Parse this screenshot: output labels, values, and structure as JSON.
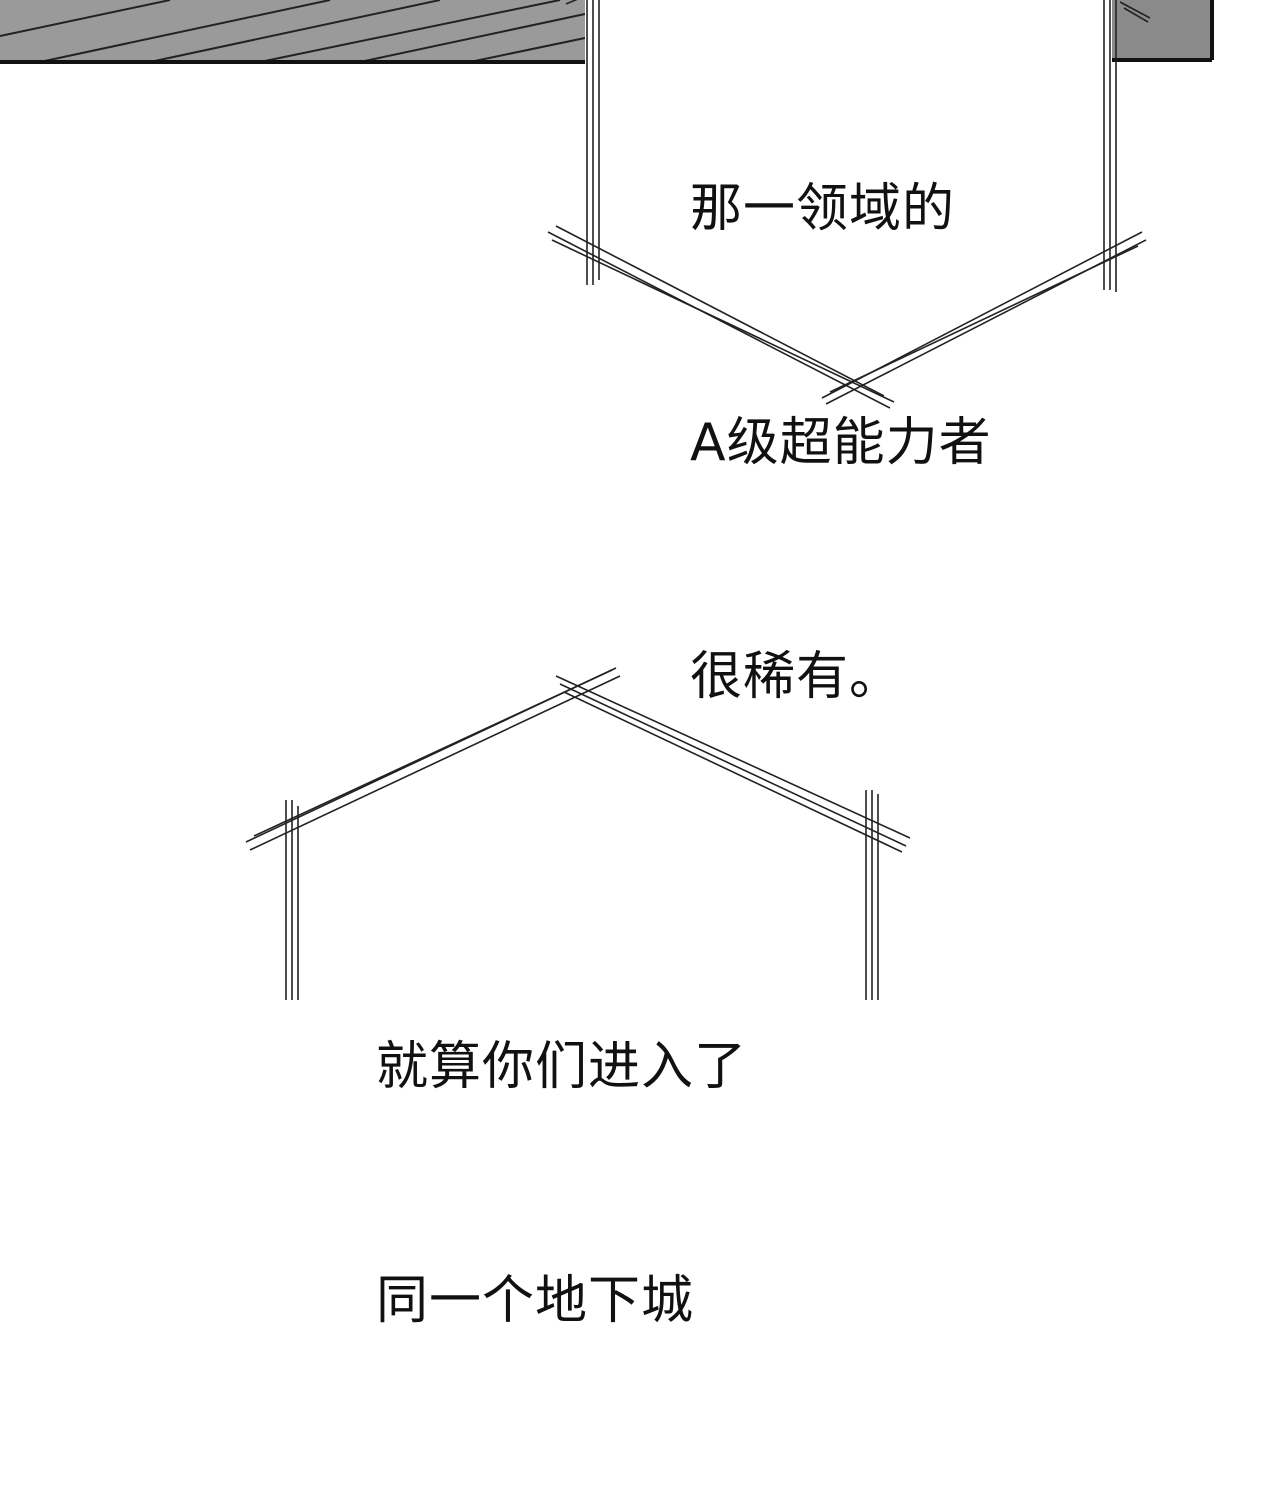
{
  "panel": {
    "background": "#ffffff",
    "ink": "#111111",
    "gray_band": "#8a8a8a"
  },
  "bubble_1": {
    "lines": [
      "那一领域的",
      "A级超能力者",
      "很稀有。"
    ]
  },
  "bubble_2": {
    "lines": [
      "就算你们进入了",
      "同一个地下城"
    ]
  }
}
